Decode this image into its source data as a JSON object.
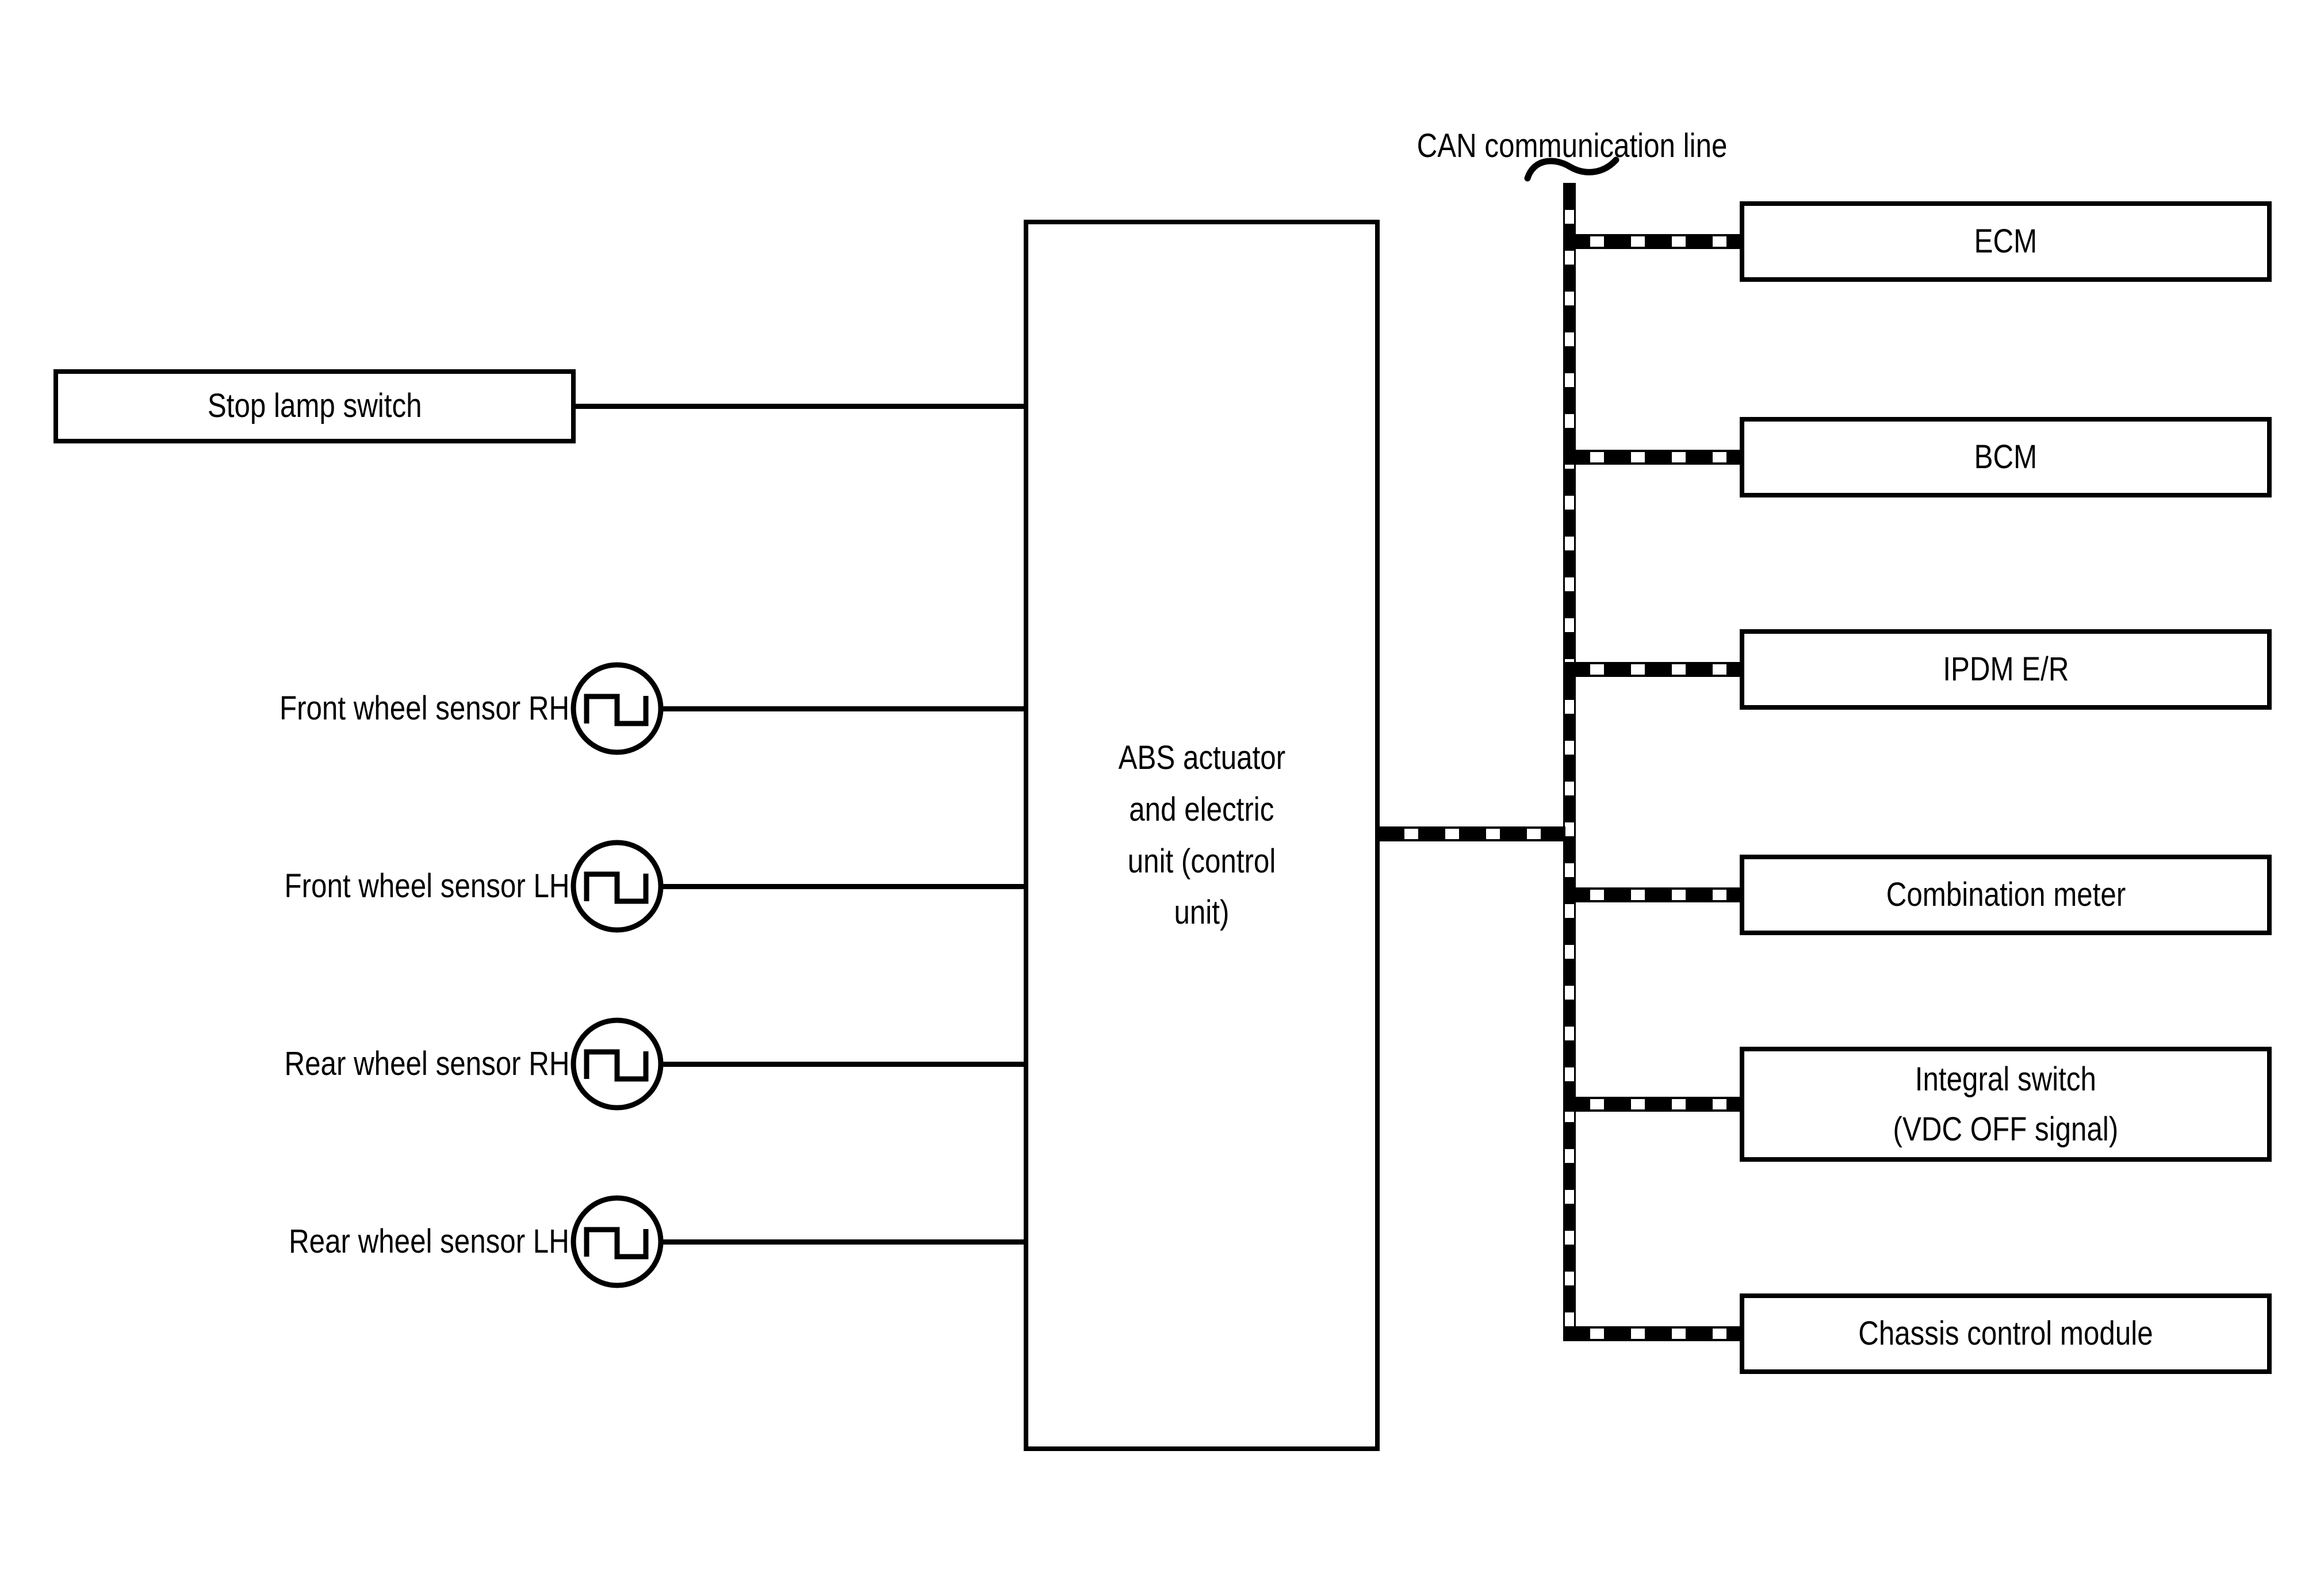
{
  "can": {
    "label": "CAN communication line"
  },
  "stop_lamp_switch": {
    "label": "Stop lamp switch"
  },
  "abs_unit": {
    "label": "ABS actuator and electric unit (control unit)",
    "lines": [
      "ABS actuator",
      "and electric",
      "unit (control",
      "unit)"
    ]
  },
  "sensors": [
    {
      "label": "Front wheel sensor RH"
    },
    {
      "label": "Front wheel sensor LH"
    },
    {
      "label": "Rear wheel sensor RH"
    },
    {
      "label": "Rear wheel sensor LH"
    }
  ],
  "modules": [
    {
      "label": "ECM"
    },
    {
      "label": "BCM"
    },
    {
      "label": "IPDM E/R"
    },
    {
      "label": "Combination meter"
    },
    {
      "label": "Integral switch",
      "label_line2": "(VDC OFF signal)"
    },
    {
      "label": "Chassis control module"
    }
  ],
  "colors": {
    "line": "#000000",
    "background": "#ffffff"
  }
}
